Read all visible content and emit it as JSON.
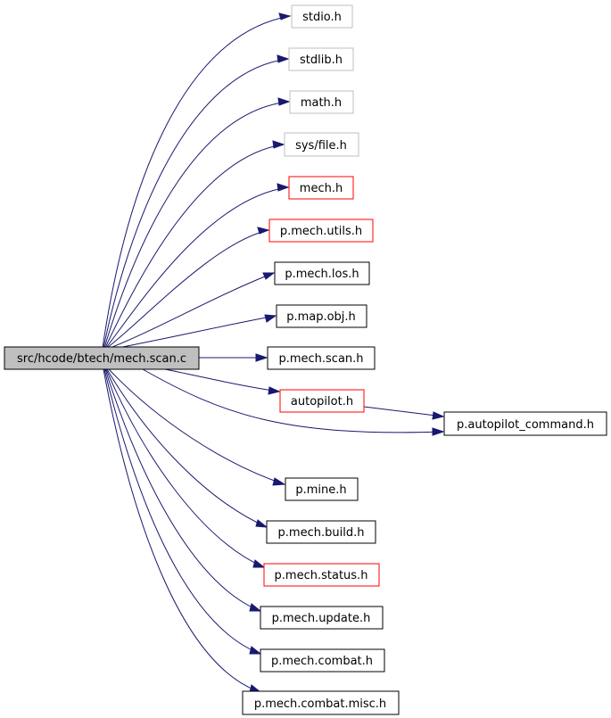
{
  "colors": {
    "edge": "#191970",
    "root_fill": "#bfbfbf",
    "documented_border": "#000000",
    "undocumented_border": "#ff0000",
    "external_border": "#bfbfbf"
  },
  "root": {
    "label": "src/hcode/btech/mech.scan.c"
  },
  "nodes": [
    {
      "id": "stdio",
      "label": "stdio.h",
      "kind": "external"
    },
    {
      "id": "stdlib",
      "label": "stdlib.h",
      "kind": "external"
    },
    {
      "id": "math",
      "label": "math.h",
      "kind": "external"
    },
    {
      "id": "sysfile",
      "label": "sys/file.h",
      "kind": "external"
    },
    {
      "id": "mech",
      "label": "mech.h",
      "kind": "undocumented"
    },
    {
      "id": "pmechutils",
      "label": "p.mech.utils.h",
      "kind": "undocumented"
    },
    {
      "id": "pmechlos",
      "label": "p.mech.los.h",
      "kind": "documented"
    },
    {
      "id": "pmapobj",
      "label": "p.map.obj.h",
      "kind": "documented"
    },
    {
      "id": "pmechscan",
      "label": "p.mech.scan.h",
      "kind": "documented"
    },
    {
      "id": "autopilot",
      "label": "autopilot.h",
      "kind": "undocumented"
    },
    {
      "id": "pautopilotcmd",
      "label": "p.autopilot_command.h",
      "kind": "documented"
    },
    {
      "id": "pmine",
      "label": "p.mine.h",
      "kind": "documented"
    },
    {
      "id": "pmechbuild",
      "label": "p.mech.build.h",
      "kind": "documented"
    },
    {
      "id": "pmechstatus",
      "label": "p.mech.status.h",
      "kind": "undocumented"
    },
    {
      "id": "pmechupdate",
      "label": "p.mech.update.h",
      "kind": "documented"
    },
    {
      "id": "pmechcombat",
      "label": "p.mech.combat.h",
      "kind": "documented"
    },
    {
      "id": "pmechcombatmisc",
      "label": "p.mech.combat.misc.h",
      "kind": "documented"
    }
  ],
  "edges": [
    {
      "from": "root",
      "to": "stdio"
    },
    {
      "from": "root",
      "to": "stdlib"
    },
    {
      "from": "root",
      "to": "math"
    },
    {
      "from": "root",
      "to": "sysfile"
    },
    {
      "from": "root",
      "to": "mech"
    },
    {
      "from": "root",
      "to": "pmechutils"
    },
    {
      "from": "root",
      "to": "pmechlos"
    },
    {
      "from": "root",
      "to": "pmapobj"
    },
    {
      "from": "root",
      "to": "pmechscan"
    },
    {
      "from": "root",
      "to": "autopilot"
    },
    {
      "from": "root",
      "to": "pautopilotcmd"
    },
    {
      "from": "autopilot",
      "to": "pautopilotcmd"
    },
    {
      "from": "root",
      "to": "pmine"
    },
    {
      "from": "root",
      "to": "pmechbuild"
    },
    {
      "from": "root",
      "to": "pmechstatus"
    },
    {
      "from": "root",
      "to": "pmechupdate"
    },
    {
      "from": "root",
      "to": "pmechcombat"
    },
    {
      "from": "root",
      "to": "pmechcombatmisc"
    }
  ]
}
